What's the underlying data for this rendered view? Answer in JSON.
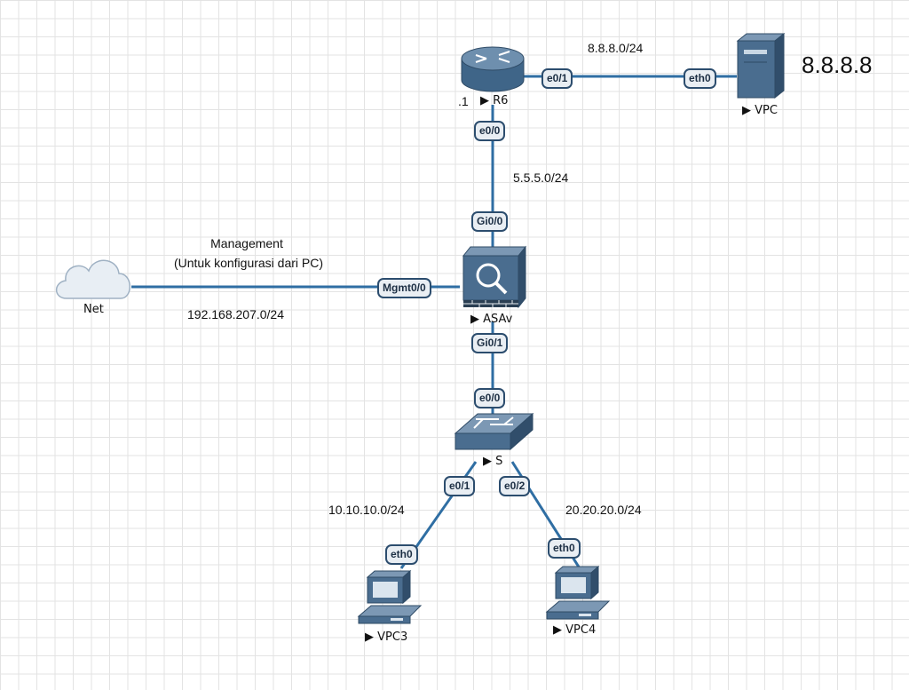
{
  "colors": {
    "link": "#2f6ea3",
    "device": "#4a6d8f",
    "device_dark": "#2f4b66",
    "port_border": "#2c4d6e"
  },
  "devices": {
    "r6": {
      "label": "▶ R6",
      "icon": "router-icon"
    },
    "vpc_top": {
      "label": "▶ VPC",
      "icon": "server-icon"
    },
    "asav": {
      "label": "▶ ASAv",
      "icon": "firewall-icon"
    },
    "switch": {
      "label": "▶ S",
      "icon": "switch-icon"
    },
    "vpc3": {
      "label": "▶ VPC3",
      "icon": "workstation-icon"
    },
    "vpc4": {
      "label": "▶ VPC4",
      "icon": "workstation-icon"
    },
    "net": {
      "label": "Net",
      "icon": "cloud-icon"
    }
  },
  "ports": {
    "r6_e01": "e0/1",
    "vpc_eth0": "eth0",
    "r6_e00": "e0/0",
    "asav_gi00": "Gi0/0",
    "asav_mgmt": "Mgmt0/0",
    "asav_gi01": "Gi0/1",
    "sw_e00": "e0/0",
    "sw_e01": "e0/1",
    "sw_e02": "e0/2",
    "vpc3_eth0": "eth0",
    "vpc4_eth0": "eth0"
  },
  "annotations": {
    "net_8": "8.8.8.0/24",
    "ip_8888": "8.8.8.8",
    "r6_host": ".1",
    "net_5": "5.5.5.0/24",
    "mgmt_title": "Management",
    "mgmt_note": "(Untuk konfigurasi dari PC)",
    "net_192": "192.168.207.0/24",
    "net_10": "10.10.10.0/24",
    "net_20": "20.20.20.0/24"
  }
}
